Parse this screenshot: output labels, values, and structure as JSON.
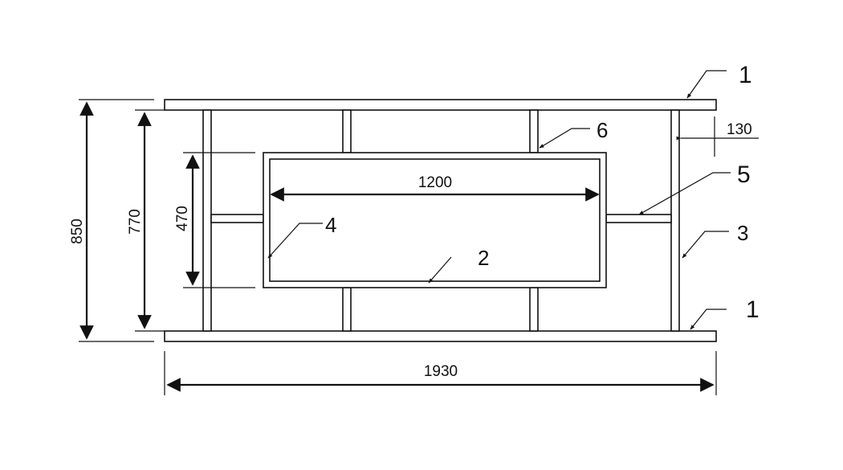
{
  "dimensions": {
    "overall_height": "850",
    "inner_height": "770",
    "opening_height": "470",
    "opening_width": "1200",
    "overall_width": "1930",
    "offset": "130"
  },
  "callouts": {
    "top_rail": "1",
    "bottom_rail": "1",
    "panel": "2",
    "post": "3",
    "opening_frame": "4",
    "strut": "5",
    "upper_stud": "6"
  }
}
